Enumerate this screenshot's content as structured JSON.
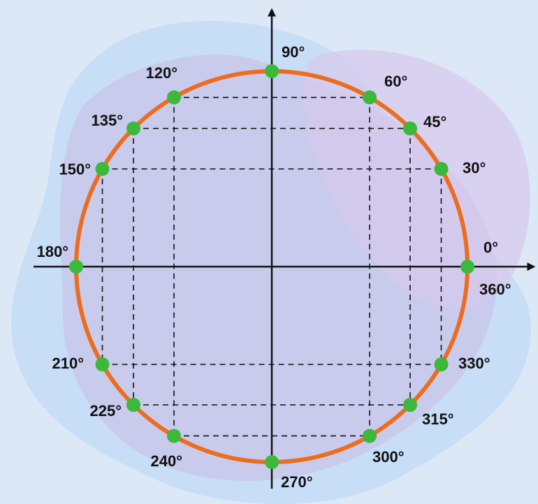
{
  "colors": {
    "background": "#dde8f7",
    "blob_blue": "#c4daf6",
    "blob_purple": "#c9c4ea",
    "blob_pink": "#d6c9ec",
    "circle": "#ec6d1f",
    "point": "#3cb93a",
    "axis": "#111111",
    "dash": "#111111"
  },
  "icons": {
    "x_axis_arrow": "arrow-right-icon",
    "y_axis_arrow": "arrow-up-icon"
  },
  "points": [
    {
      "deg": 0,
      "label": "0°"
    },
    {
      "deg": 30,
      "label": "30°"
    },
    {
      "deg": 45,
      "label": "45°"
    },
    {
      "deg": 60,
      "label": "60°"
    },
    {
      "deg": 90,
      "label": "90°"
    },
    {
      "deg": 120,
      "label": "120°"
    },
    {
      "deg": 135,
      "label": "135°"
    },
    {
      "deg": 150,
      "label": "150°"
    },
    {
      "deg": 180,
      "label": "180°"
    },
    {
      "deg": 210,
      "label": "210°"
    },
    {
      "deg": 225,
      "label": "225°"
    },
    {
      "deg": 240,
      "label": "240°"
    },
    {
      "deg": 270,
      "label": "270°"
    },
    {
      "deg": 300,
      "label": "300°"
    },
    {
      "deg": 315,
      "label": "315°"
    },
    {
      "deg": 330,
      "label": "330°"
    }
  ],
  "extra_labels": [
    {
      "deg": 360,
      "label": "360°"
    }
  ]
}
